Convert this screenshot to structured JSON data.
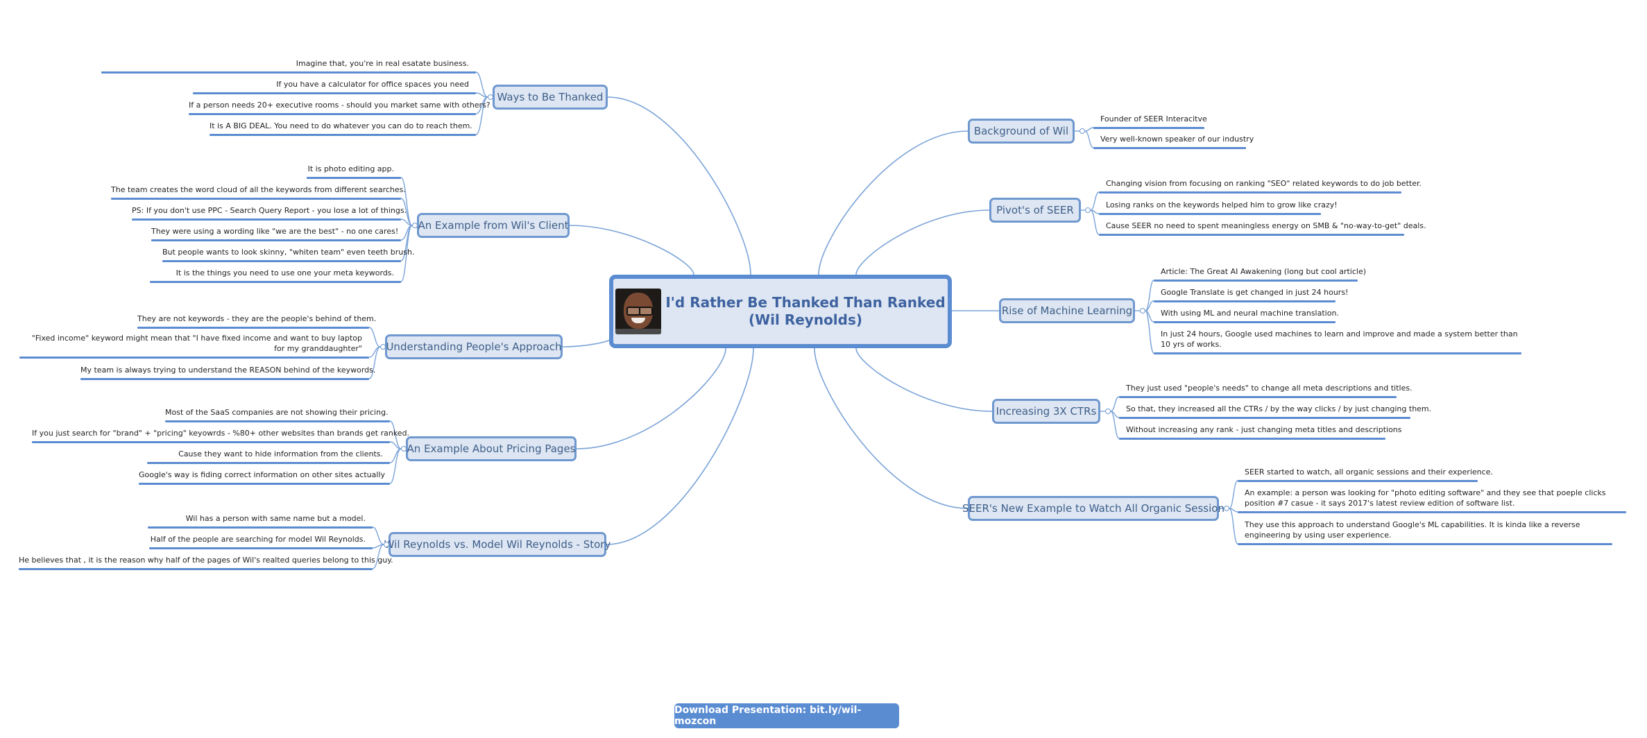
{
  "root": {
    "title_line1": "I'd Rather Be Thanked Than Ranked",
    "title_line2": "(Wil Reynolds)"
  },
  "left_topics": [
    {
      "label": "Ways to Be Thanked",
      "leaves": [
        "Imagine that, you're in real esatate business.",
        "If you have a calculator for office spaces you need",
        "If a person needs  20+ executive rooms - should you market same with others?",
        "It is A BIG DEAL. You need to do whatever you can do to reach them."
      ]
    },
    {
      "label": "An Example from Wil's Client",
      "leaves": [
        "It is photo editing app.",
        "The team creates the word cloud of all the keywords from different searches.",
        "PS: If you don't use PPC - Search Query Report - you lose a lot of things.",
        "They were using a wording like \"we are the best\" - no one cares!",
        "But people wants to look skinny, \"whiten team\" even teeth brush.",
        "It is the things you need to use one your meta keywords."
      ]
    },
    {
      "label": "Understanding People's Approach",
      "leaves": [
        "They are not keywords - they are the people's behind of them.",
        "\"Fixed income\" keyword might mean that \"I have fixed income and want to buy laptop for my granddaughter\"",
        "My team is always trying to understand the REASON behind of the keywords."
      ]
    },
    {
      "label": "An Example About Pricing Pages",
      "leaves": [
        "Most of the SaaS companies are not showing their pricing.",
        "If you just search for \"brand\" + \"pricing\" keyowrds - %80+ other websites than brands get ranked.",
        "Cause they want to hide information from the clients.",
        "Google's way is fiding correct information on other sites actually"
      ]
    },
    {
      "label": "Wil Reynolds vs. Model Wil Reynolds - Story",
      "leaves": [
        "Wil has a person with same name but a model.",
        "Half of the people are searching for model Wil Reynolds.",
        "He believes that , it is the reason why half of the pages of Wil's realted queries belong to this guy."
      ]
    }
  ],
  "right_topics": [
    {
      "label": "Background of Wil",
      "leaves": [
        "Founder of SEER Interacitve",
        "Very well-known speaker of our industry"
      ]
    },
    {
      "label": "Pivot's of SEER",
      "leaves": [
        "Changing vision from focusing on ranking \"SEO\" related keywords to do job better.",
        "Losing ranks on the keywords helped him to grow like crazy!",
        "Cause SEER no need to spent meaningless energy on SMB & \"no-way-to-get\" deals."
      ]
    },
    {
      "label": "Rise of Machine Learning",
      "leaves": [
        "Article: The Great AI Awakening (long but cool article)",
        "Google Translate is get changed in just 24 hours!",
        "With using ML and neural machine translation.",
        "In just 24 hours, Google used machines to learn and improve and made a system better than 10 yrs of works."
      ]
    },
    {
      "label": "Increasing 3X CTRs",
      "leaves": [
        "They just used \"people's needs\" to change all meta descriptions and titles.",
        "So that, they increased all the CTRs / by the way clicks / by just changing them.",
        "Without increasing any rank - just changing meta titles and descriptions"
      ]
    },
    {
      "label": "SEER's New Example to Watch All Organic Session",
      "leaves": [
        "SEER started to watch, all organic sessions and their experience.",
        "An example: a person was looking for \"photo editing software\" and they see that poeple clicks position #7 casue - it says 2017's latest review edition of software list.",
        "They use this approach to understand Google's ML capabilities. It is kinda like a reverse engineering by using user experience."
      ]
    }
  ],
  "download_label": "Download Presentation: bit.ly/wil-mozcon",
  "colors": {
    "line": "#7aa3d8",
    "border": "#6f98cf",
    "fill": "#dde6f2",
    "root_border": "#5b8bd0",
    "button": "#5a8cd2"
  }
}
